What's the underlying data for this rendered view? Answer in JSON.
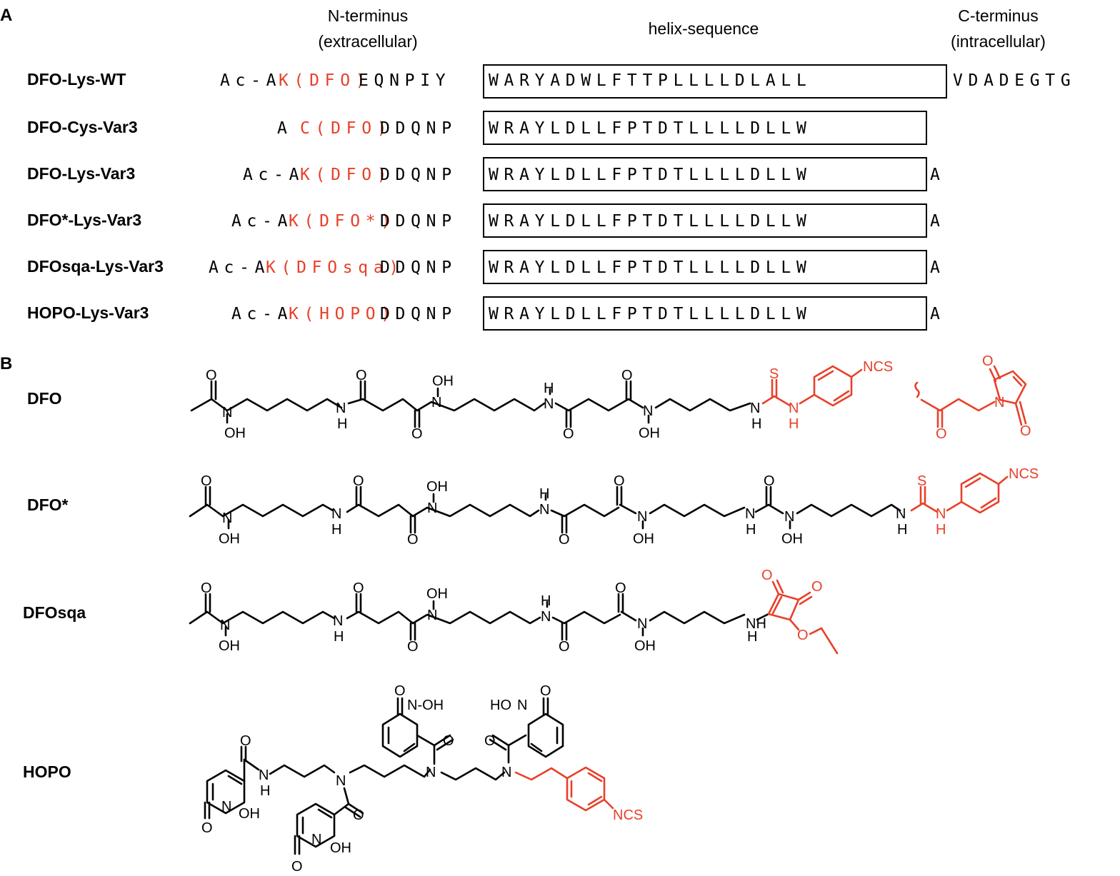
{
  "panelA": {
    "label": "A",
    "headers": {
      "n_terminus": "N-terminus",
      "n_terminus_sub": "(extracellular)",
      "helix": "helix-sequence",
      "c_terminus": "C-terminus",
      "c_terminus_sub": "(intracellular)"
    },
    "rows": [
      {
        "name": "DFO-Lys-WT",
        "prefix": "Ac-A",
        "mod": "K(DFO)",
        "pre": "EQNPIY",
        "helix": "WARYADWLFTTPLLLLDLALL",
        "post": "VDADEGTG"
      },
      {
        "name": "DFO-Cys-Var3",
        "prefix": "A",
        "mod": "C(DFO)",
        "pre": "DDQNP",
        "helix": "WRAYLDLLFPTDTLLLLDLLW",
        "post": ""
      },
      {
        "name": "DFO-Lys-Var3",
        "prefix": "Ac-A",
        "mod": "K(DFO)",
        "pre": "DDQNP",
        "helix": "WRAYLDLLFPTDTLLLLDLLW",
        "post": "A"
      },
      {
        "name": "DFO*-Lys-Var3",
        "prefix": "Ac-A",
        "mod": "K(DFO*)",
        "pre": "DDQNP",
        "helix": "WRAYLDLLFPTDTLLLLDLLW",
        "post": "A"
      },
      {
        "name": "DFOsqa-Lys-Var3",
        "prefix": "Ac-A",
        "mod": "K(DFOsqa)",
        "pre": "DDQNP",
        "helix": "WRAYLDLLFPTDTLLLLDLLW",
        "post": "A"
      },
      {
        "name": "HOPO-Lys-Var3",
        "prefix": "Ac-A",
        "mod": "K(HOPO)",
        "pre": "DDQNP",
        "helix": "WRAYLDLLFPTDTLLLLDLLW",
        "post": "A"
      }
    ]
  },
  "panelB": {
    "label": "B",
    "molecules": [
      {
        "name": "DFO"
      },
      {
        "name": "DFO*"
      },
      {
        "name": "DFOsqa"
      },
      {
        "name": "HOPO"
      }
    ],
    "atoms": {
      "O": "O",
      "OH": "OH",
      "H": "H",
      "N": "N",
      "NH": "NH",
      "NCS": "NCS",
      "S": "S",
      "HO": "HO",
      "NOH": "N-OH"
    },
    "colors": {
      "highlight": "#e8402a",
      "bond": "#000000"
    }
  }
}
